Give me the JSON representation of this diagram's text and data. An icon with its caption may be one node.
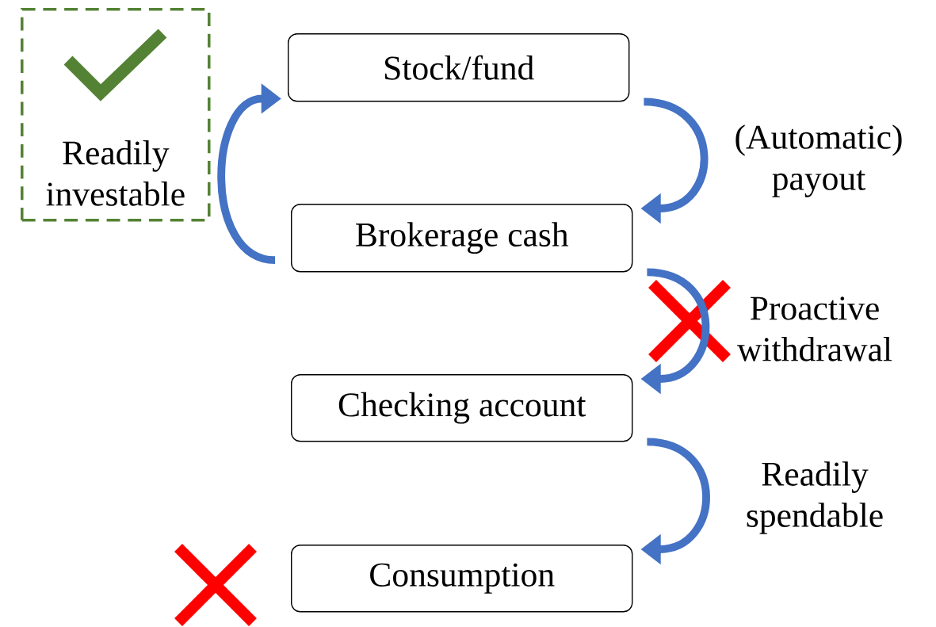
{
  "diagram": {
    "nodes": [
      {
        "text": [
          "Stock/fund"
        ]
      },
      {
        "text": [
          "Brokerage cash"
        ]
      },
      {
        "text": [
          "Checking account"
        ]
      },
      {
        "text": [
          "Consumption"
        ]
      },
      {
        "text": [
          "Readily investable"
        ]
      }
    ],
    "edges": [
      {
        "from": 0,
        "to": 1,
        "arrow": "to",
        "label": "(Automatic) payout"
      },
      {
        "from": 1,
        "to": 2,
        "arrow": "to",
        "label": "Proactive withdrawal"
      },
      {
        "from": 2,
        "to": 3,
        "arrow": "to",
        "label": "Readily spendable"
      },
      {
        "from": 1,
        "to": 0,
        "arrow": "to"
      }
    ]
  }
}
